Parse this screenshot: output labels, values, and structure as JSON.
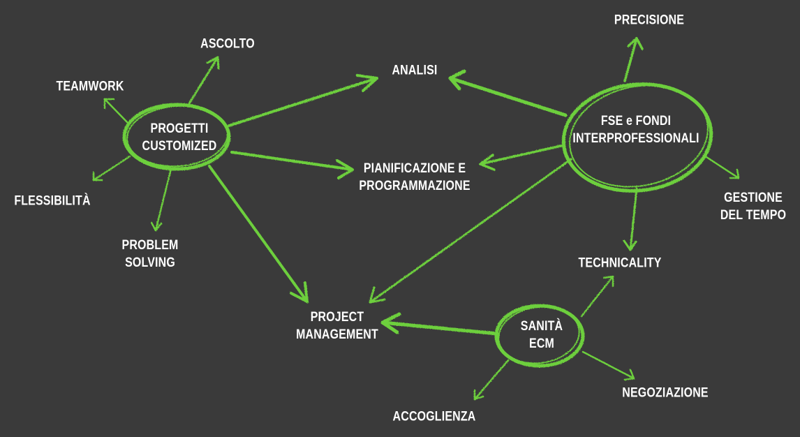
{
  "colors": {
    "background": "#3a3a3a",
    "chalk_green": "#6dcf3e",
    "text": "#ffffff"
  },
  "hubs": {
    "progetti": "PROGETTI\nCUSTOMIZED",
    "fse": "FSE e FONDI\nINTERPROFESSIONALI",
    "sanita": "SANITÀ\nECM"
  },
  "targets": {
    "ascolto": "ASCOLTO",
    "teamwork": "TEAMWORK",
    "flessibilita": "FLESSIBILITÀ",
    "problem_solving": "PROBLEM\nSOLVING",
    "analisi": "ANALISI",
    "pianificazione": "PIANIFICAZIONE E\nPROGRAMMAZIONE",
    "project_management": "PROJECT\nMANAGEMENT",
    "precisione": "PRECISIONE",
    "gestione_tempo": "GESTIONE\nDEL TEMPO",
    "technicality": "TECHNICALITY",
    "negoziazione": "NEGOZIAZIONE",
    "accoglienza": "ACCOGLIENZA"
  }
}
